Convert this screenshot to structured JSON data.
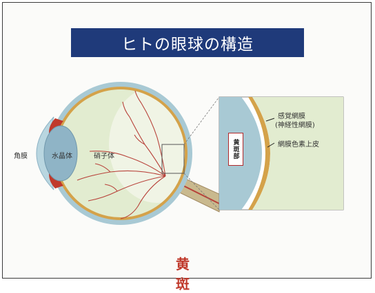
{
  "title": "ヒトの眼球の構造",
  "labels": {
    "cornea": "角膜",
    "lens": "水晶体",
    "vitreous": "硝子体",
    "macula_part": "黄斑部",
    "photoreceptor_retina": "感覚網膜",
    "neural_retina": "(神経性網膜)",
    "rpe": "網膜色素上皮"
  },
  "caption": "黄 斑",
  "colors": {
    "title_bg": "#1f3a7a",
    "sclera": "#a8c9d4",
    "retina": "#d4a24a",
    "vitreous": "#e2ecd0",
    "lens": "#8fb4c6",
    "iris": "#c0392b",
    "vessel": "#b8423a",
    "caption": "#c0392b"
  }
}
